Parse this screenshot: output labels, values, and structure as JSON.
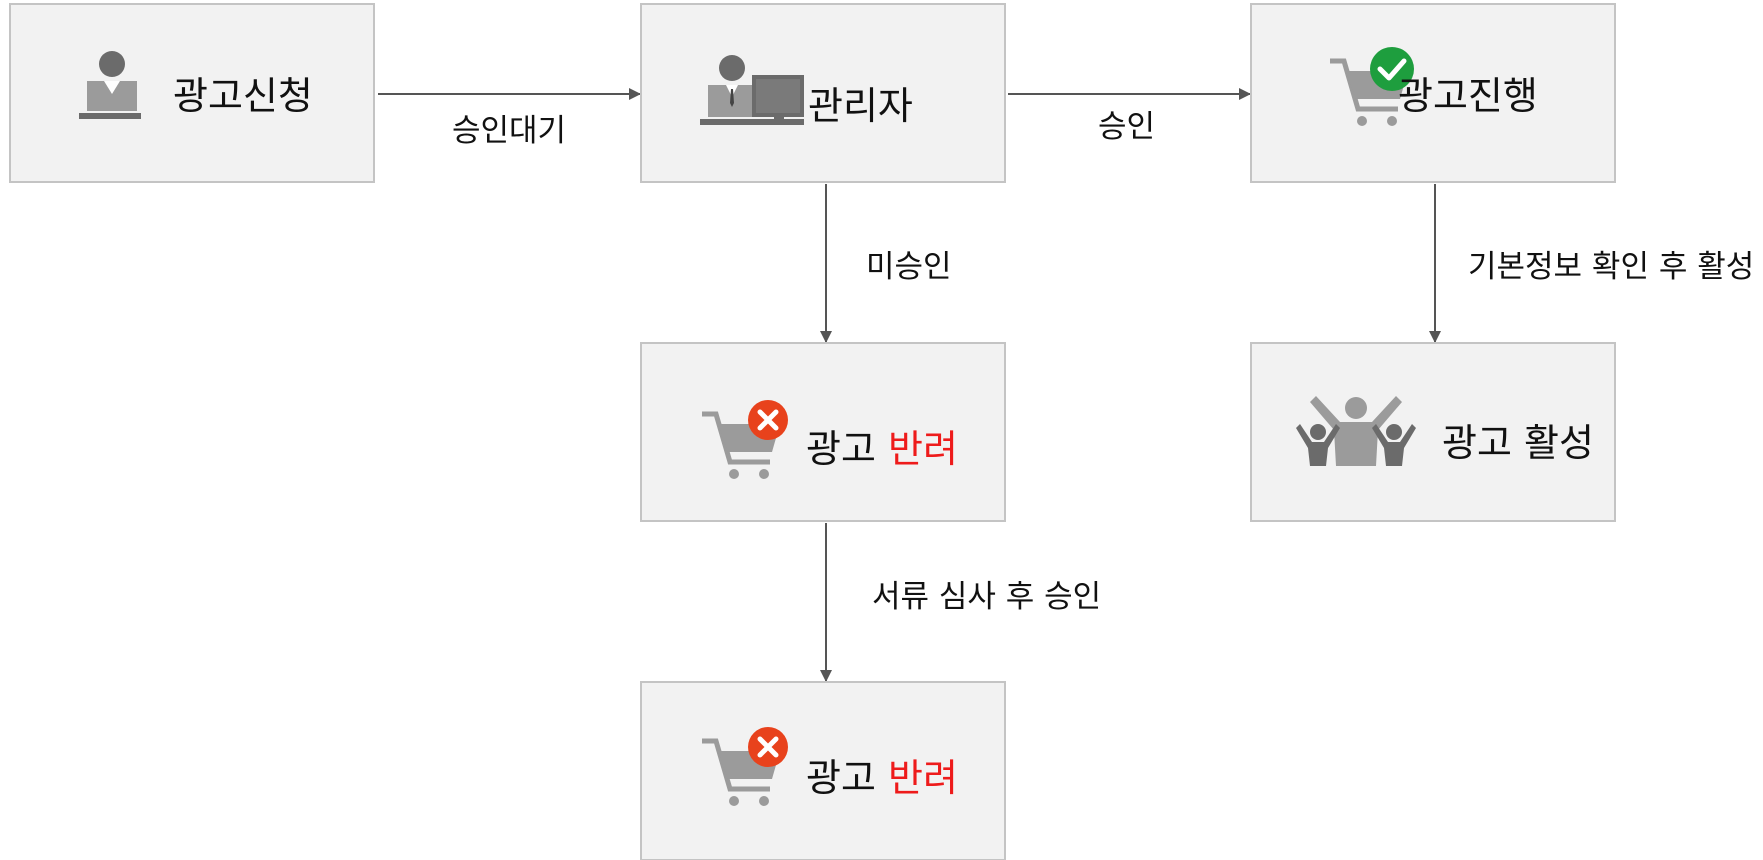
{
  "nodes": {
    "apply": {
      "label": "광고신청"
    },
    "admin": {
      "label": "관리자"
    },
    "progress": {
      "label": "광고진행"
    },
    "reject1": {
      "label": "광고",
      "highlight": "반려"
    },
    "active": {
      "label": "광고 활성"
    },
    "reject2": {
      "label": "광고",
      "highlight": "반려"
    }
  },
  "edges": {
    "apply_admin": {
      "label": "승인대기"
    },
    "admin_progress": {
      "label": "승인"
    },
    "admin_reject": {
      "label": "미승인"
    },
    "progress_active": {
      "label": "기본정보 확인 후 활성"
    },
    "reject_reject": {
      "label": "서류 심사 후 승인"
    }
  },
  "colors": {
    "node_fill": "#f2f2f2",
    "node_border": "#c4c4c4",
    "edge": "#555555",
    "highlight_text": "#ee1b1b",
    "icon_gray": "#9b9b9b",
    "icon_dark": "#6b6b6b",
    "reject_badge": "#e8421c",
    "approve_badge": "#1e9e3e"
  },
  "icons": {
    "apply": "user-icon",
    "admin": "admin-computer-icon",
    "progress": "cart-check-icon",
    "reject": "cart-reject-icon",
    "active": "celebrating-people-icon"
  }
}
